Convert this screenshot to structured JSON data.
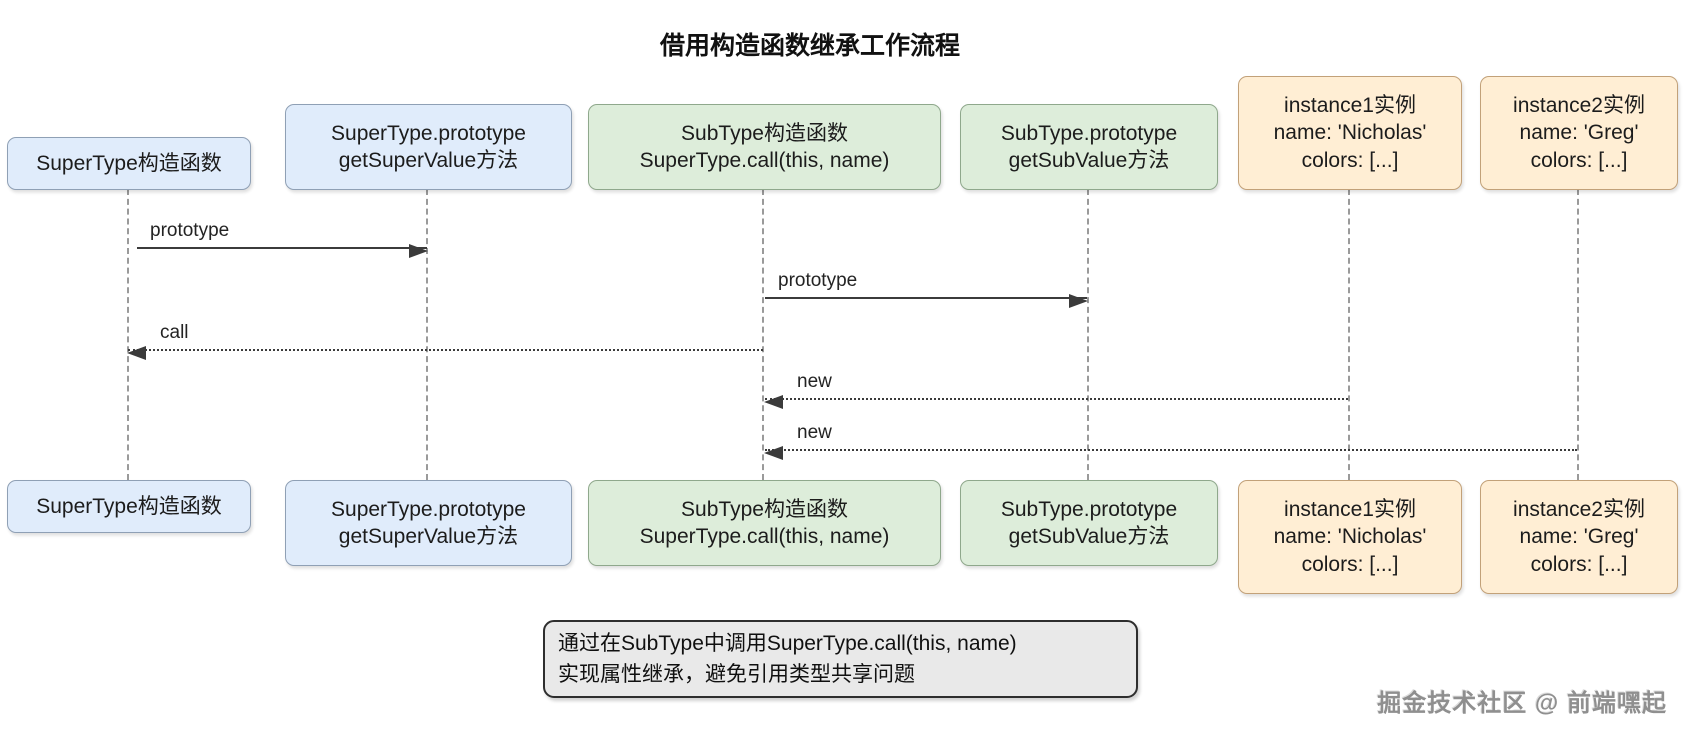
{
  "title": "借用构造函数继承工作流程",
  "participants": [
    {
      "id": "supertype",
      "lines": [
        "SuperType构造函数"
      ],
      "color": "blue"
    },
    {
      "id": "supertype-prototype",
      "lines": [
        "SuperType.prototype",
        "getSuperValue方法"
      ],
      "color": "blue"
    },
    {
      "id": "subtype",
      "lines": [
        "SubType构造函数",
        "SuperType.call(this, name)"
      ],
      "color": "green"
    },
    {
      "id": "subtype-prototype",
      "lines": [
        "SubType.prototype",
        "getSubValue方法"
      ],
      "color": "green"
    },
    {
      "id": "instance1",
      "lines": [
        "instance1实例",
        "name: 'Nicholas'",
        "colors: [...]"
      ],
      "color": "orange"
    },
    {
      "id": "instance2",
      "lines": [
        "instance2实例",
        "name: 'Greg'",
        "colors: [...]"
      ],
      "color": "orange"
    }
  ],
  "messages": [
    {
      "label": "prototype",
      "from": "supertype",
      "to": "supertype-prototype",
      "style": "solid",
      "direction": "right"
    },
    {
      "label": "prototype",
      "from": "subtype",
      "to": "subtype-prototype",
      "style": "solid",
      "direction": "right"
    },
    {
      "label": "call",
      "from": "subtype",
      "to": "supertype",
      "style": "dotted",
      "direction": "left"
    },
    {
      "label": "new",
      "from": "instance1",
      "to": "subtype",
      "style": "dotted",
      "direction": "left"
    },
    {
      "label": "new",
      "from": "instance2",
      "to": "subtype",
      "style": "dotted",
      "direction": "left"
    }
  ],
  "note": {
    "lines": [
      "通过在SubType中调用SuperType.call(this, name)",
      "实现属性继承，避免引用类型共享问题"
    ]
  },
  "watermark": "掘金技术社区 @ 前端嘿起",
  "colors": {
    "blue_fill": "#e0ecfb",
    "blue_border": "#8fa0b5",
    "green_fill": "#ddedda",
    "green_border": "#8fa88c",
    "orange_fill": "#ffeed4",
    "orange_border": "#c2a179",
    "note_fill": "#e9e9e9",
    "note_border": "#2e2e2e",
    "arrow": "#3b3b3b",
    "lifeline": "#9a9a9a"
  }
}
